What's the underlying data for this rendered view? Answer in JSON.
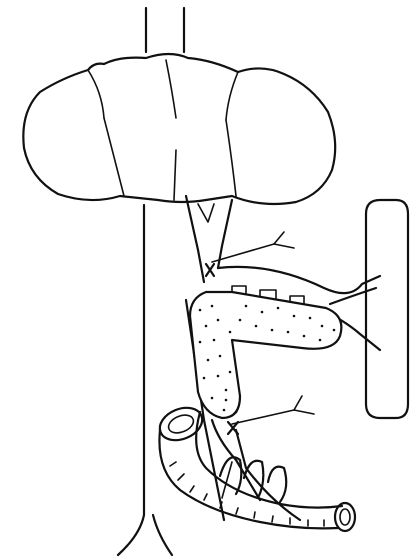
{
  "figure": {
    "kind": "anatomical line drawing",
    "parts": [
      "liver",
      "inferior-vena-cava",
      "portal-vein",
      "splenic-vein",
      "spleen",
      "pancreas",
      "duodenum",
      "superior-mesenteric-vessels"
    ],
    "colors": {
      "ink": "#111111",
      "background": "#ffffff"
    }
  }
}
